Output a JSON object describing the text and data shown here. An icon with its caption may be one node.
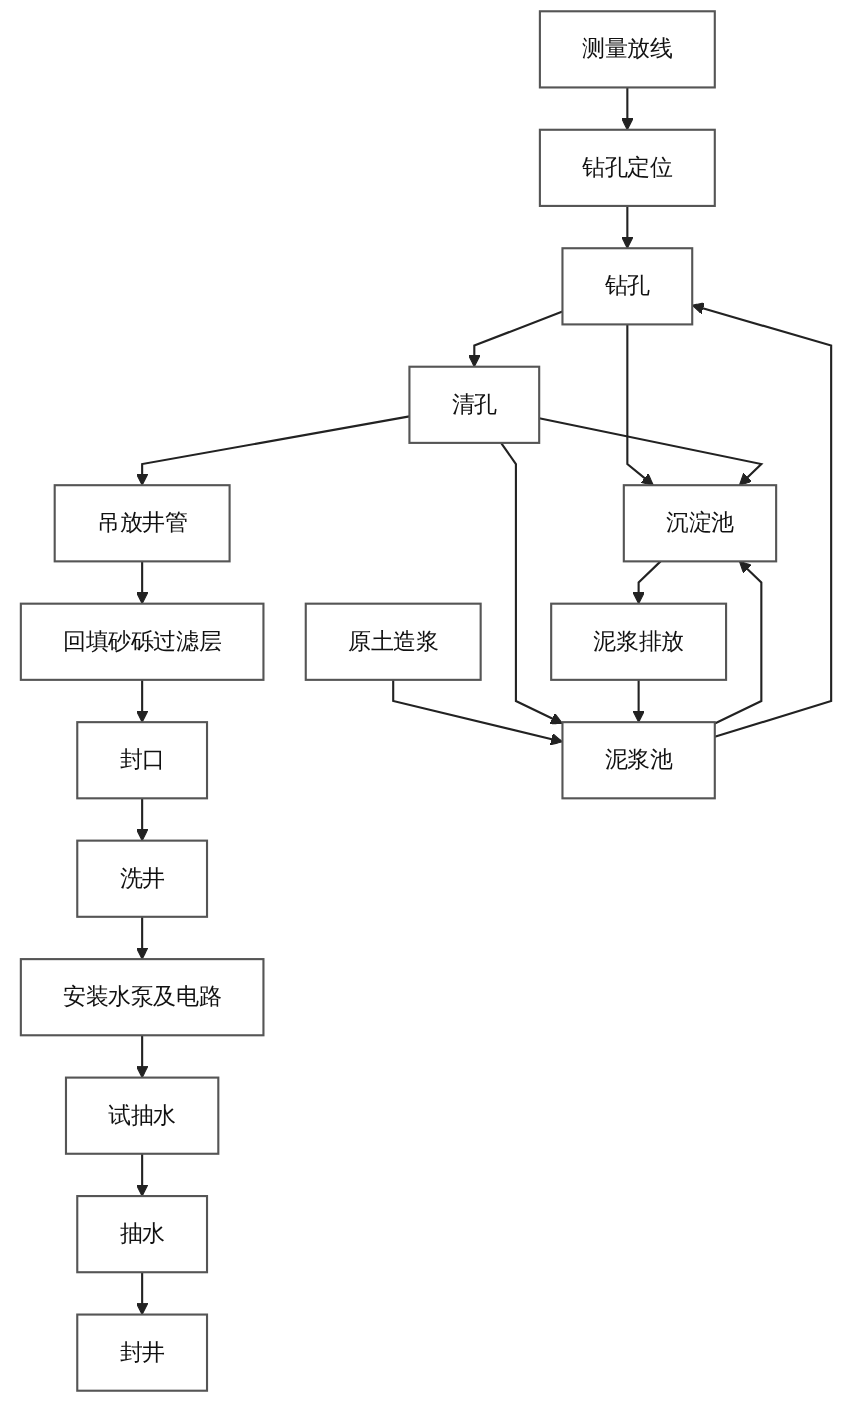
{
  "diagram": {
    "nodes": [
      {
        "text": [
          "测量放线"
        ]
      },
      {
        "text": [
          "钻孔定位"
        ]
      },
      {
        "text": [
          "钻孔"
        ]
      },
      {
        "text": [
          "清孔"
        ]
      },
      {
        "text": [
          "吊放井管"
        ]
      },
      {
        "text": [
          "回填砂砾过滤层"
        ]
      },
      {
        "text": [
          "封口"
        ]
      },
      {
        "text": [
          "洗井"
        ]
      },
      {
        "text": [
          "安装水泵及电路"
        ]
      },
      {
        "text": [
          "试抽水"
        ]
      },
      {
        "text": [
          "抽水"
        ]
      },
      {
        "text": [
          "封井"
        ]
      },
      {
        "text": [
          "原土造浆"
        ]
      },
      {
        "text": [
          "泥浆池"
        ]
      },
      {
        "text": [
          "沉淀池"
        ]
      },
      {
        "text": [
          "泥浆排放"
        ]
      }
    ],
    "edges": [
      {
        "from": 0,
        "to": 1,
        "arrow": "to"
      },
      {
        "from": 1,
        "to": 2,
        "arrow": "to"
      },
      {
        "from": 2,
        "to": 3,
        "arrow": "to"
      },
      {
        "from": 3,
        "to": 4,
        "arrow": "to"
      },
      {
        "from": 4,
        "to": 5,
        "arrow": "to"
      },
      {
        "from": 5,
        "to": 6,
        "arrow": "to"
      },
      {
        "from": 6,
        "to": 7,
        "arrow": "to"
      },
      {
        "from": 7,
        "to": 8,
        "arrow": "to"
      },
      {
        "from": 8,
        "to": 9,
        "arrow": "to"
      },
      {
        "from": 9,
        "to": 10,
        "arrow": "to"
      },
      {
        "from": 10,
        "to": 11,
        "arrow": "to"
      },
      {
        "from": 12,
        "to": 13,
        "arrow": "to"
      },
      {
        "from": 13,
        "to": 14,
        "arrow": "to"
      },
      {
        "from": 14,
        "to": 15,
        "arrow": "to"
      },
      {
        "from": 13,
        "to": 2,
        "arrow": "to"
      },
      {
        "from": 2,
        "to": 14,
        "arrow": "to"
      },
      {
        "from": 3,
        "to": 14,
        "arrow": "to"
      },
      {
        "from": 3,
        "to": 13,
        "arrow": "to"
      },
      {
        "from": 15,
        "to": 13,
        "arrow": "to"
      }
    ]
  }
}
